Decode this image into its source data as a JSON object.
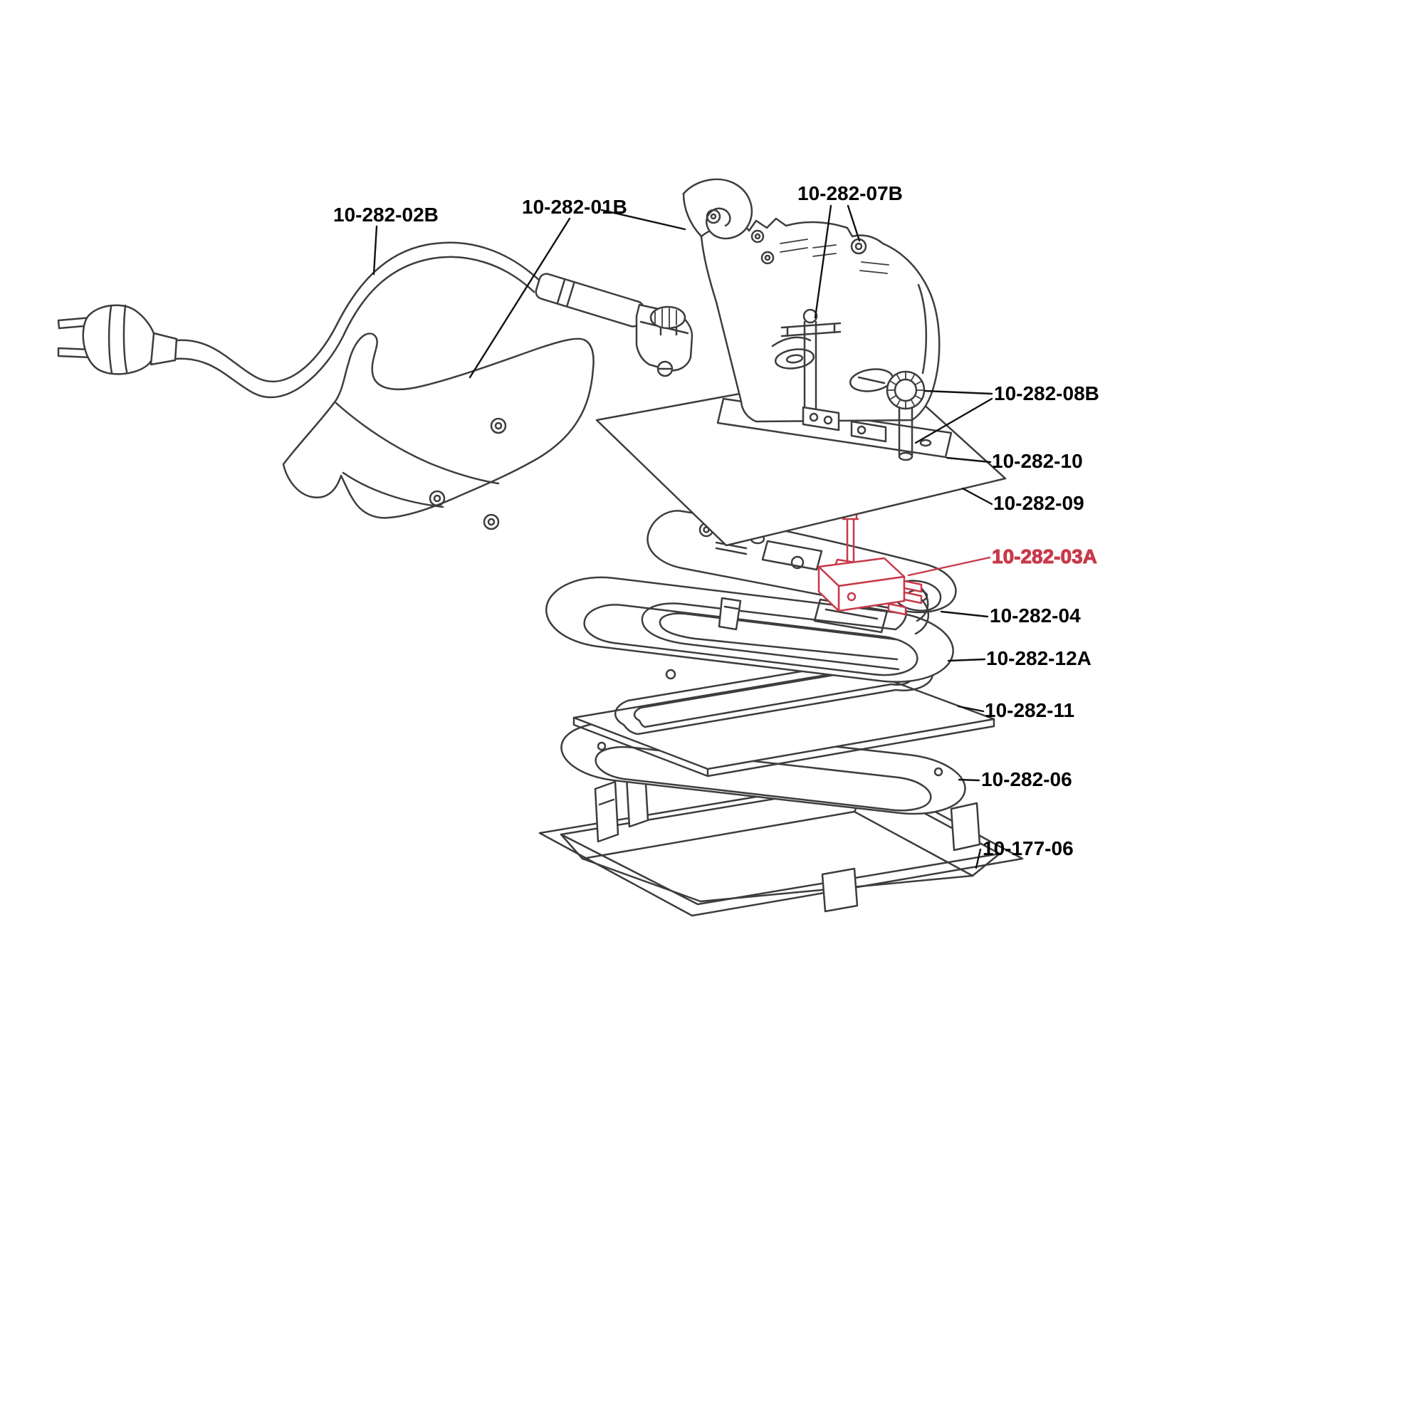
{
  "colors": {
    "line": "#3d3d3d",
    "leader": "#111111",
    "highlight": "#c8394a",
    "background": "#ffffff"
  },
  "parts": {
    "power_cord": {
      "label": "10-282-02B",
      "highlighted": false
    },
    "handle_housing": {
      "label": "10-282-01B",
      "highlighted": false
    },
    "frame_pins": {
      "label": "10-282-07B",
      "highlighted": false
    },
    "adjuster_screw": {
      "label": "10-282-08B",
      "highlighted": false
    },
    "mounting_plate": {
      "label": "10-282-10",
      "highlighted": false
    },
    "heat_shield": {
      "label": "10-282-09",
      "highlighted": false
    },
    "thermostat": {
      "label": "10-282-03A",
      "highlighted": true
    },
    "element_plate": {
      "label": "10-282-04",
      "highlighted": false
    },
    "heating_element": {
      "label": "10-282-12A",
      "highlighted": false
    },
    "sole_plate": {
      "label": "10-282-11",
      "highlighted": false
    },
    "gasket_frame": {
      "label": "10-282-06",
      "highlighted": false
    },
    "base_tray": {
      "label": "10-177-06",
      "highlighted": false
    }
  }
}
